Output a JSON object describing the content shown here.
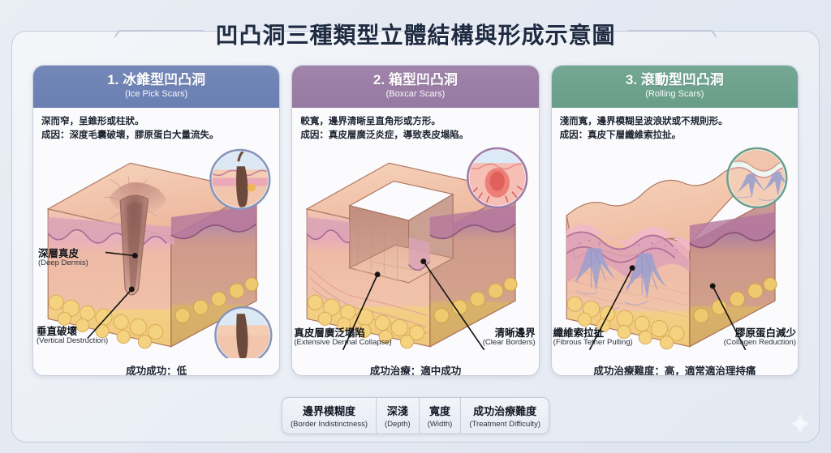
{
  "title": "凹凸洞三種類型立體結構與形成示意圖",
  "panels": [
    {
      "id": "ice-pick",
      "accent": "#6a7fb2",
      "title_zh": "1. 冰錐型凹凸洞",
      "title_en": "(Ice Pick Scars)",
      "desc_line1": "深而窄，呈錐形或柱狀。",
      "desc_line2": "成因：深度毛囊破壞，膠原蛋白大量流失。",
      "callouts": [
        {
          "zh": "深層真皮",
          "en": "(Deep Dermis)"
        },
        {
          "zh": "垂直破壞",
          "en": "(Vertical Destruction)"
        }
      ],
      "footer": "成功成功：低"
    },
    {
      "id": "boxcar",
      "accent": "#967aa1",
      "title_zh": "2. 箱型凹凸洞",
      "title_en": "(Boxcar Scars)",
      "desc_line1": "較寬，邊界清晰呈直角形或方形。",
      "desc_line2": "成因：真皮層廣泛炎症，導致表皮塌陷。",
      "callouts": [
        {
          "zh": "真皮層廣泛塌陷",
          "en": "(Extensive Dermal Collapse)"
        },
        {
          "zh": "清晰邊界",
          "en": "(Clear Borders)"
        }
      ],
      "footer": "成功治療：適中成功"
    },
    {
      "id": "rolling",
      "accent": "#689d89",
      "title_zh": "3. 滾動型凹凸洞",
      "title_en": "(Rolling Scars)",
      "desc_line1": "淺而寬，邊界模糊呈波浪狀或不規則形。",
      "desc_line2": "成因：真皮下層纖維索拉扯。",
      "callouts": [
        {
          "zh": "纖維索拉扯",
          "en": "(Fibrous Tether Pulling)"
        },
        {
          "zh": "膠原蛋白減少",
          "en": "(Collagen Reduction)"
        }
      ],
      "footer": "成功治療難度：高，適常適治理持痛"
    }
  ],
  "legend": [
    {
      "zh": "邊界模糊度",
      "en": "(Border Indistinctness)"
    },
    {
      "zh": "深淺",
      "en": "(Depth)"
    },
    {
      "zh": "寬度",
      "en": "(Width)"
    },
    {
      "zh": "成功治療難度",
      "en": "(Treatment Difficulty)"
    }
  ],
  "colors": {
    "background": "#e6ebf3",
    "title_text": "#1e2b42",
    "frame_border": "#c3ccdc",
    "epidermis": "#f0c3a8",
    "dermis": "#e8a9b4",
    "deep_dermis": "#e6b9a6",
    "fat": "#f2cf7e",
    "fiber": "#9aa0cf"
  }
}
